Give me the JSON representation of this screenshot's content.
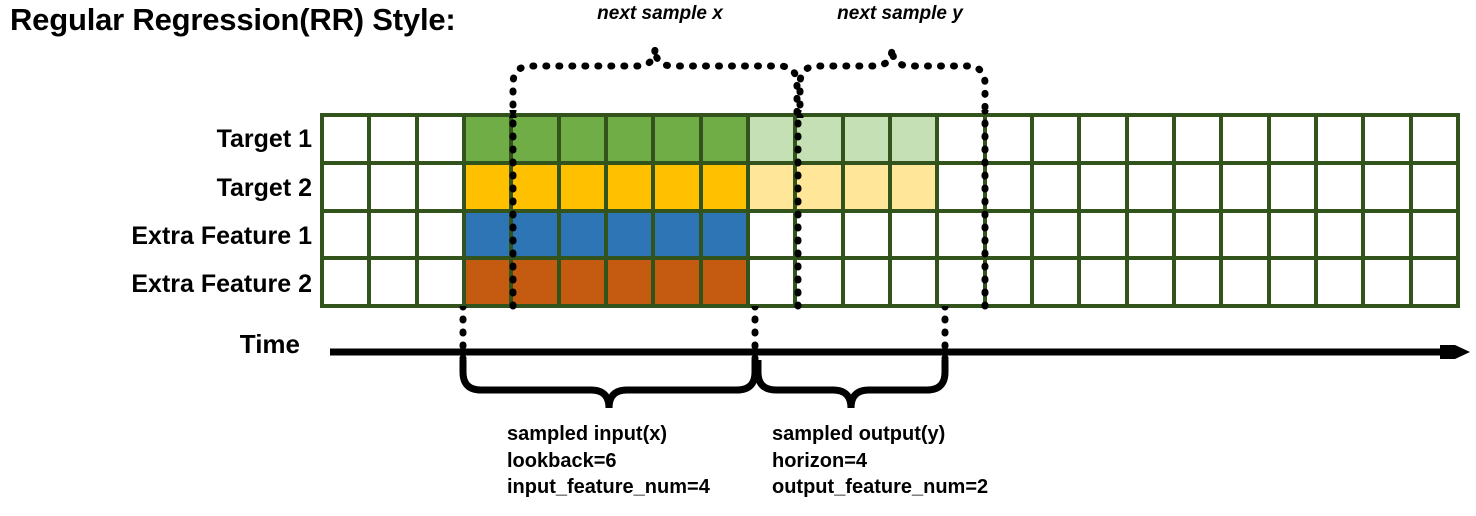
{
  "title": "Regular Regression(RR) Style:",
  "rows": [
    {
      "label": "Target 1",
      "name": "target-1"
    },
    {
      "label": "Target 2",
      "name": "target-2"
    },
    {
      "label": "Extra Feature 1",
      "name": "extra-feature-1"
    },
    {
      "label": "Extra Feature 2",
      "name": "extra-feature-2"
    }
  ],
  "axis": {
    "label": "Time"
  },
  "grid": {
    "columns": 24,
    "rows": 4,
    "border_color": "#33531d",
    "empty_color": "#ffffff",
    "fills": {
      "target_1_input": "#70ad47",
      "target_1_output": "#c5e0b4",
      "target_2_input": "#ffc000",
      "target_2_output": "#ffe699",
      "extra_1_input": "#2e75b6",
      "extra_2_input": "#c55a11"
    },
    "input_start_col": 4,
    "input_end_col": 9,
    "output_start_col": 10,
    "output_end_col": 13
  },
  "chart_data": {
    "type": "heatmap",
    "title": "Regular Regression(RR) Style:",
    "xlabel": "Time",
    "ylabel": "",
    "categories": [
      "Target 1",
      "Target 2",
      "Extra Feature 1",
      "Extra Feature 2"
    ],
    "x": [
      1,
      2,
      3,
      4,
      5,
      6,
      7,
      8,
      9,
      10,
      11,
      12,
      13,
      14,
      15,
      16,
      17,
      18,
      19,
      20,
      21,
      22,
      23,
      24
    ],
    "grid": true,
    "legend": "none",
    "series": [
      {
        "name": "Target 1",
        "values": [
          "",
          "",
          "",
          "in",
          "in",
          "in",
          "in",
          "in",
          "in",
          "out",
          "out",
          "out",
          "out",
          "",
          "",
          "",
          "",
          "",
          "",
          "",
          "",
          "",
          "",
          ""
        ]
      },
      {
        "name": "Target 2",
        "values": [
          "",
          "",
          "",
          "in",
          "in",
          "in",
          "in",
          "in",
          "in",
          "out",
          "out",
          "out",
          "out",
          "",
          "",
          "",
          "",
          "",
          "",
          "",
          "",
          "",
          "",
          ""
        ]
      },
      {
        "name": "Extra Feature 1",
        "values": [
          "",
          "",
          "",
          "in",
          "in",
          "in",
          "in",
          "in",
          "in",
          "",
          "",
          "",
          "",
          "",
          "",
          "",
          "",
          "",
          "",
          "",
          "",
          "",
          "",
          ""
        ]
      },
      {
        "name": "Extra Feature 2",
        "values": [
          "",
          "",
          "",
          "in",
          "in",
          "in",
          "in",
          "in",
          "in",
          "",
          "",
          "",
          "",
          "",
          "",
          "",
          "",
          "",
          "",
          "",
          "",
          "",
          "",
          ""
        ]
      }
    ],
    "annotations": [
      "next sample x",
      "next sample y",
      "sampled input(x)",
      "lookback=6",
      "input_feature_num=4",
      "sampled output(y)",
      "horizon=4",
      "output_feature_num=2"
    ]
  },
  "annotations": {
    "next_sample_x": "next sample x",
    "next_sample_y": "next sample y",
    "input": {
      "line1": "sampled input(x)",
      "line2": "lookback=6",
      "line3": "input_feature_num=4"
    },
    "output": {
      "line1": "sampled output(y)",
      "line2": "horizon=4",
      "line3": "output_feature_num=2"
    }
  }
}
